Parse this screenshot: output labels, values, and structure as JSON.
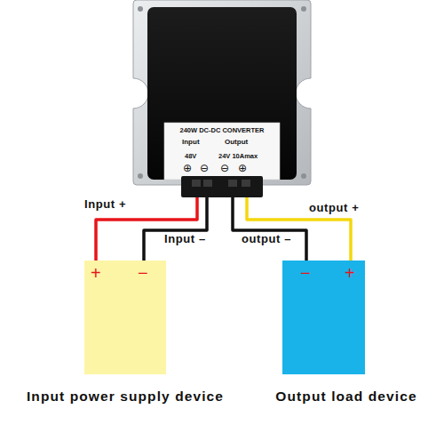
{
  "diagram": {
    "nodes": [
      {
        "text": [
          "240W DC-DC CONVERTER",
          "Input",
          "Output",
          "48V",
          "24V 10Amax",
          "⊕",
          "⊖",
          "⊖",
          "⊕"
        ]
      },
      {
        "text": [
          "+",
          "−",
          "Input power supply device"
        ]
      },
      {
        "text": [
          "−",
          "+",
          "Output load device"
        ]
      }
    ],
    "edges": [
      {
        "from": 0,
        "to": 1,
        "arrow": "none",
        "label": "Input +"
      },
      {
        "from": 0,
        "to": 1,
        "arrow": "none",
        "label": "Input –"
      },
      {
        "from": 0,
        "to": 2,
        "arrow": "none",
        "label": "output –"
      },
      {
        "from": 0,
        "to": 2,
        "arrow": "none",
        "label": "output +"
      }
    ]
  }
}
